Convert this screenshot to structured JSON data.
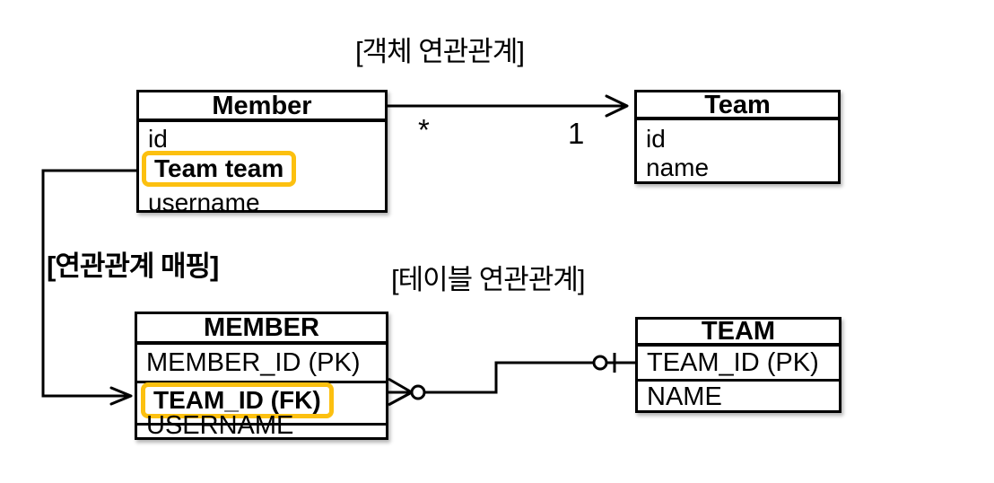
{
  "colors": {
    "background": "#FFFFFF",
    "line": "#000000",
    "highlight": "#FCC010",
    "text": "#000000"
  },
  "object_diagram": {
    "title": "[객체 연관관계]",
    "member": {
      "title": "Member",
      "fields": [
        "id",
        "Team team",
        "username"
      ],
      "highlighted_field": "Team team"
    },
    "team": {
      "title": "Team",
      "fields": [
        "id",
        "name"
      ]
    },
    "multiplicity": {
      "member_side": "*",
      "team_side": "1"
    }
  },
  "mapping": {
    "label": "[연관관계 매핑]"
  },
  "table_diagram": {
    "title": "[테이블 연관관계]",
    "member_table": {
      "title": "MEMBER",
      "columns": [
        "MEMBER_ID (PK)",
        "TEAM_ID (FK)",
        "USERNAME"
      ],
      "highlighted_column": "TEAM_ID (FK)"
    },
    "team_table": {
      "title": "TEAM",
      "columns": [
        "TEAM_ID (PK)",
        "NAME"
      ]
    }
  }
}
